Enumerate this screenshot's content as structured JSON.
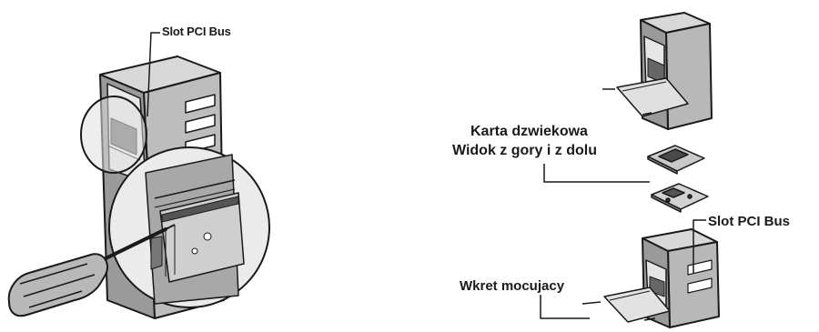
{
  "labels": {
    "slot_left": "Slot PCI Bus",
    "karta_line1": "Karta dzwiekowa",
    "karta_line2": "Widok z gory i z dolu",
    "slot_right": "Slot PCI Bus",
    "wkret": "Wkret mocujacy"
  },
  "colors": {
    "ink": "#1a1a1a",
    "shade": "#8a8a8a",
    "light": "#d4d4d4",
    "paper": "#ffffff"
  }
}
